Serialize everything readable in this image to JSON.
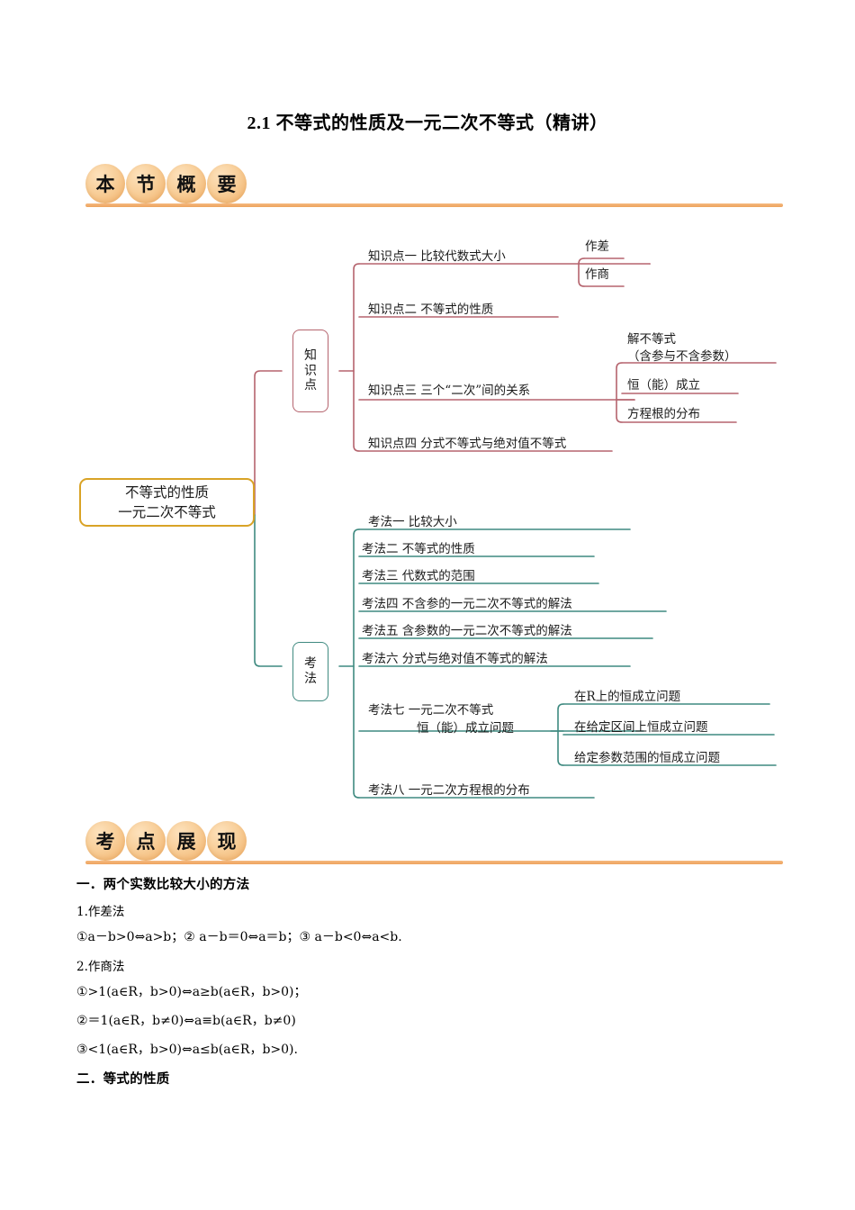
{
  "document": {
    "title": "2.1 不等式的性质及一元二次不等式（精讲）"
  },
  "sections": [
    {
      "id": "overview",
      "chars": [
        "本",
        "节",
        "概",
        "要"
      ]
    },
    {
      "id": "key-points",
      "chars": [
        "考",
        "点",
        "展",
        "现"
      ]
    }
  ],
  "colors": {
    "root_border": "#d9a326",
    "knowledge_branch": "#b5646e",
    "method_branch": "#3f8a80",
    "badge_orange": "#f2b068",
    "rule_orange": "#eda35e"
  },
  "mindmap": {
    "root": {
      "line1": "不等式的性质",
      "line2": "一元二次不等式"
    },
    "knowledge_branch": {
      "label_chars": [
        "知",
        "识",
        "点"
      ],
      "items": [
        {
          "label": "知识点一  比较代数式大小",
          "children": [
            "作差",
            "作商"
          ]
        },
        {
          "label": "知识点二  不等式的性质",
          "children": []
        },
        {
          "label": "知识点三  三个“二次”间的关系",
          "children": [
            "解不等式",
            "（含参与不含参数）",
            "恒（能）成立",
            "方程根的分布"
          ]
        },
        {
          "label": "知识点四  分式不等式与绝对值不等式",
          "children": []
        }
      ]
    },
    "method_branch": {
      "label_chars": [
        "考",
        "法"
      ],
      "items": [
        {
          "label": "考法一  比较大小",
          "children": []
        },
        {
          "label": "考法二  不等式的性质",
          "children": []
        },
        {
          "label": "考法三  代数式的范围",
          "children": []
        },
        {
          "label": "考法四  不含参的一元二次不等式的解法",
          "children": []
        },
        {
          "label": "考法五  含参数的一元二次不等式的解法",
          "children": []
        },
        {
          "label": "考法六  分式与绝对值不等式的解法",
          "children": []
        },
        {
          "label_line1": "考法七    一元二次不等式",
          "label_line2": "恒（能）成立问题",
          "children": [
            "在R上的恒成立问题",
            "在给定区间上恒成立问题",
            "给定参数范围的恒成立问题"
          ]
        },
        {
          "label": "考法八  一元二次方程根的分布",
          "children": []
        }
      ]
    }
  },
  "content": {
    "heading_1": "一．两个实数比较大小的方法",
    "sub_1": "1.作差法",
    "line_1": "①a－b>0⇔a>b；② a－b＝0⇔a＝b；③ a－b<0⇔a<b.",
    "sub_2": "2.作商法",
    "line_2": "①>1(a∈R，b>0)⇔a≥b(a∈R，b>0)；",
    "line_3": "②＝1(a∈R，b≠0)⇔a≡b(a∈R，b≠0)",
    "line_4": "③<1(a∈R，b>0)⇔a≤b(a∈R，b>0).",
    "heading_2": "二．等式的性质"
  }
}
